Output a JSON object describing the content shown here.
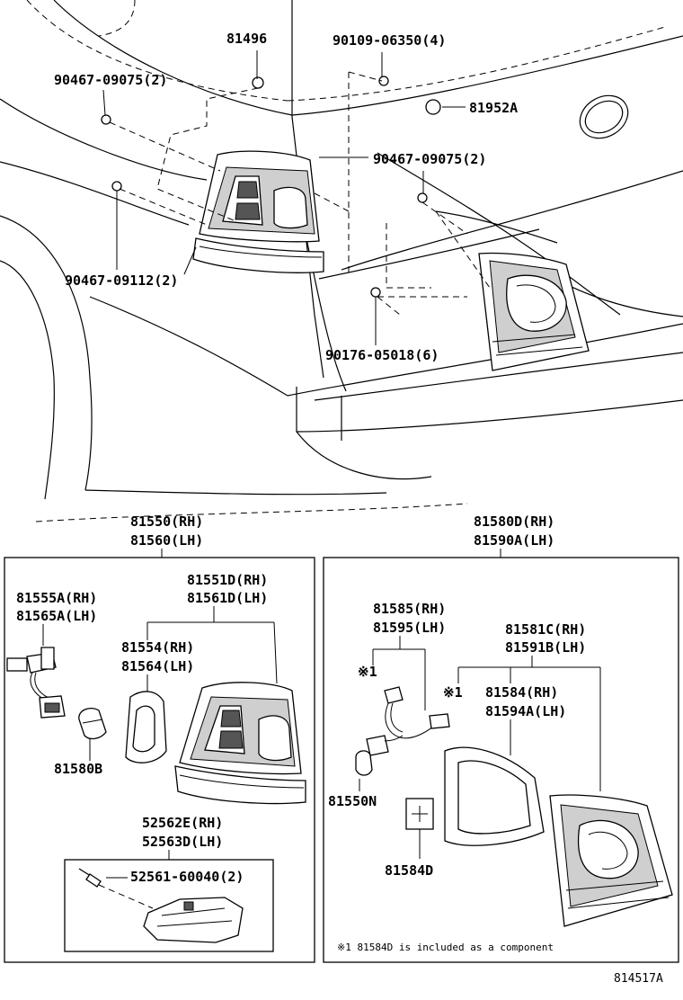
{
  "diagram": {
    "labels": {
      "p81496": "81496",
      "p90109": "90109-06350(4)",
      "p90467_a": "90467-09075(2)",
      "p81952a": "81952A",
      "p90467_b": "90467-09075(2)",
      "p90467_09112": "90467-09112(2)",
      "p90176": "90176-05018(6)",
      "grp_rh_1": "81550(RH)",
      "grp_lh_1": "81560(LH)",
      "grp_rh_2": "81580D(RH)",
      "grp_lh_2": "81590A(LH)",
      "p81555a": "81555A(RH)",
      "p81565a": "81565A(LH)",
      "p81551d": "81551D(RH)",
      "p81561d": "81561D(LH)",
      "p81554": "81554(RH)",
      "p81564": "81564(LH)",
      "p81580b": "81580B",
      "p52562e": "52562E(RH)",
      "p52563d": "52563D(LH)",
      "p52561": "52561-60040(2)",
      "p81585": "81585(RH)",
      "p81595": "81595(LH)",
      "p81581c": "81581C(RH)",
      "p81591b": "81591B(LH)",
      "mark1_a": "※1",
      "mark1_b": "※1",
      "p81584": "81584(RH)",
      "p81594a": "81594A(LH)",
      "p81550n": "81550N",
      "p81584d": "81584D",
      "note": "※1 81584D is included as a component",
      "drawing_code": "814517A"
    }
  }
}
